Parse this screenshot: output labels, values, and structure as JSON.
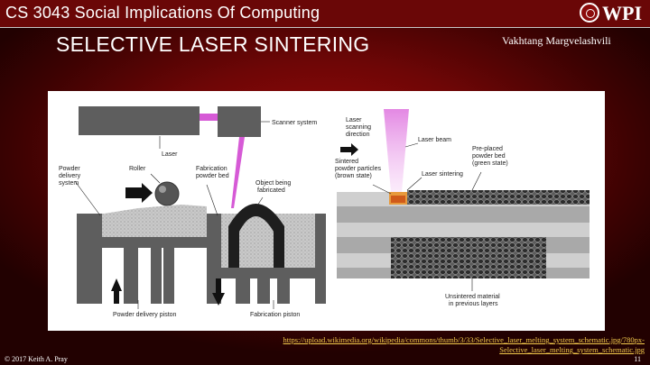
{
  "header": {
    "course_title": "CS 3043 Social Implications Of Computing",
    "logo_text": "WPI"
  },
  "slide": {
    "title": "SELECTIVE LASER SINTERING",
    "author": "Vakhtang Margvelashvili"
  },
  "diagram_left": {
    "labels": {
      "laser": "Laser",
      "scanner": "Scanner system",
      "roller": "Roller",
      "powder_delivery_1": "Powder",
      "powder_delivery_2": "delivery",
      "powder_delivery_3": "system",
      "fab_bed_1": "Fabrication",
      "fab_bed_2": "powder bed",
      "object_1": "Object being",
      "object_2": "fabricated",
      "delivery_piston": "Powder delivery piston",
      "fab_piston": "Fabrication piston"
    }
  },
  "diagram_right": {
    "labels": {
      "laser_dir_1": "Laser",
      "laser_dir_2": "scanning",
      "laser_dir_3": "direction",
      "laser_beam": "Laser beam",
      "preplaced_1": "Pre-placed",
      "preplaced_2": "powder bed",
      "preplaced_3": "(green state)",
      "sintered_1": "Sintered",
      "sintered_2": "powder particles",
      "sintered_3": "(brown state)",
      "laser_sintering": "Laser sintering",
      "unsintered_1": "Unsintered material",
      "unsintered_2": "in previous layers"
    }
  },
  "source": {
    "url_line1": "https://upload.wikimedia.org/wikipedia/commons/thumb/3/33/Selective_laser_melting_system_schematic.jpg/780px-",
    "url_line2": "Selective_laser_melting_system_schematic.jpg"
  },
  "footer": {
    "copyright": "© 2017 Keith A. Pray",
    "page_number": "11"
  },
  "colors": {
    "background": "#7a0808",
    "topbar": "#6a0707",
    "link": "#f2c94c",
    "laser_beam": "#d65ad6"
  }
}
